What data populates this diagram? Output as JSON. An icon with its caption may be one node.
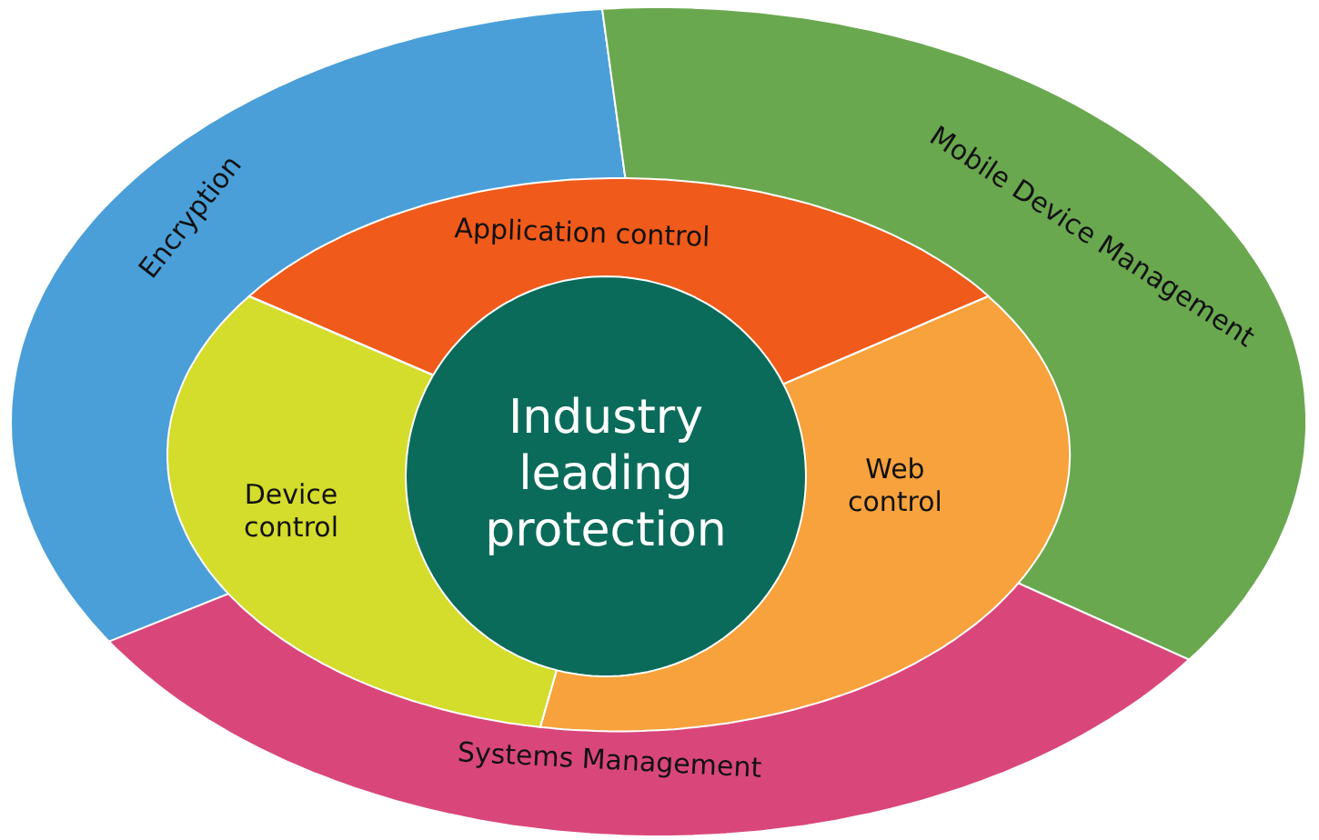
{
  "diagram": {
    "nodes": [
      {
        "text": [
          "Encryption"
        ]
      },
      {
        "text": [
          "Mobile Device Management"
        ]
      },
      {
        "text": [
          "Systems Management"
        ]
      },
      {
        "text": [
          "Application control"
        ]
      },
      {
        "text": [
          "Web control"
        ]
      },
      {
        "text": [
          "Device control"
        ]
      },
      {
        "text": [
          "Industry leading protection"
        ]
      }
    ]
  }
}
